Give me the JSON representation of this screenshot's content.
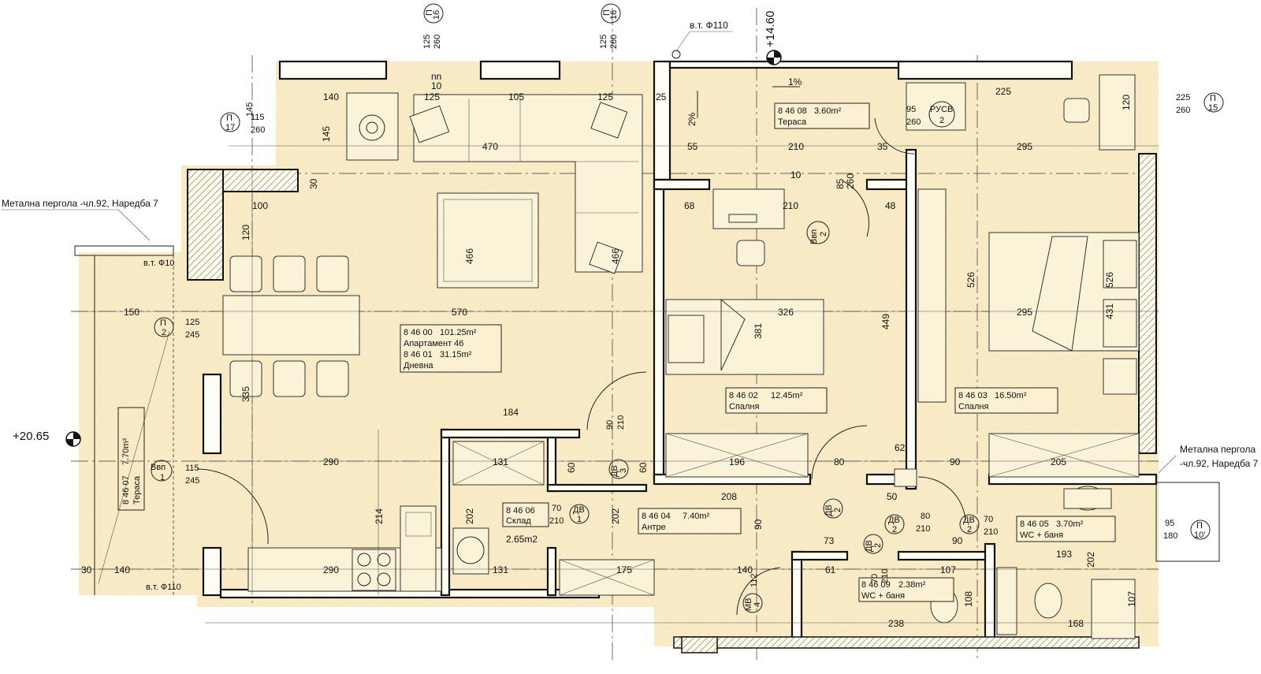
{
  "colors": {
    "floor": "#f8ebc6",
    "wall": "#111111",
    "hatch": "#b9a26c",
    "paper": "#ffffff"
  },
  "levels": {
    "top": "+14.60",
    "left": "+20.65"
  },
  "pergola": {
    "left": "Метална пергола -чл.92, Наредба 7",
    "right_1": "Метална пергола",
    "right_2": "-чл.92, Наредба 7"
  },
  "drains": {
    "top": "в.т. Ф110",
    "left": "в.т. Ф10",
    "bottom": "в.т. Ф110"
  },
  "slope": {
    "s1": "1%",
    "s2": "2%"
  },
  "rooms": {
    "terrace_top": {
      "code": "8 46 08",
      "area": "3.60m²",
      "name": "Тераса"
    },
    "apartment": {
      "code": "8 46 00",
      "area": "101.25m²",
      "name": "Апартамент 46"
    },
    "living": {
      "code": "8 46 01",
      "area": "31.15m²",
      "name": "Дневна"
    },
    "bedroom_a": {
      "code": "8 46 02",
      "area": "12.45m²",
      "name": "Спалня"
    },
    "bedroom_b": {
      "code": "8 46 03",
      "area": "16.50m²",
      "name": "Спалня"
    },
    "antre": {
      "code": "8 46 04",
      "area": "7.40m²",
      "name": "Антре"
    },
    "wc_bath": {
      "code": "8 46 05",
      "area": "3.70m²",
      "name": "WC + баня"
    },
    "storage": {
      "code": "8 46 06",
      "name": "Склад",
      "area_note": "2.65m2"
    },
    "terrace_left": {
      "code": "8 46 07",
      "area": "7.70m²",
      "name": "Тераса"
    },
    "wc_small": {
      "code": "8 46 09",
      "area": "2.38m²",
      "name": "WC + баня"
    }
  },
  "openings": {
    "p16a": {
      "id": "П",
      "num": "16",
      "w": "125",
      "h": "260"
    },
    "p16b": {
      "id": "П",
      "num": "16",
      "w": "125",
      "h": "260"
    },
    "p17": {
      "id": "П",
      "num": "17",
      "w": "115",
      "h": "260",
      "extra": "145"
    },
    "p2": {
      "id": "П",
      "num": "2",
      "w": "125",
      "h": "245"
    },
    "p15": {
      "id": "П",
      "num": "15",
      "w": "225",
      "h": "260"
    },
    "p10": {
      "id": "П",
      "num": "10'",
      "w": "95",
      "h": "180"
    },
    "bvn1": {
      "id": "Bвп",
      "num": "1",
      "w": "115",
      "h": "245"
    },
    "bvn2": {
      "id": "Bвп",
      "num": "2"
    },
    "rusv": {
      "id": "РУСВ",
      "num": "2",
      "w": "95",
      "h": "260"
    },
    "dv1": {
      "id": "ДВ",
      "num": "1",
      "w": "70",
      "h": "210"
    },
    "dv2": {
      "id": "ДВ",
      "num": "2",
      "w": "80",
      "h": "210"
    },
    "dv2b": {
      "id": "ДВ",
      "num": "2"
    },
    "dv2c": {
      "id": "ДВ",
      "num": "2",
      "w": "70",
      "h": "210"
    },
    "dv2d": {
      "id": "ДВ",
      "num": "2",
      "w": "70",
      "h": "210"
    },
    "dv3": {
      "id": "ДВ",
      "num": "3",
      "w": "90",
      "h": "210"
    },
    "mv4": {
      "id": "МВ",
      "num": "4",
      "w": "112"
    }
  },
  "dims": {
    "d140a": "140",
    "d125a": "125",
    "d105": "105",
    "d125b": "125",
    "d25a": "25",
    "d470": "470",
    "d466a": "466",
    "d466b": "466",
    "d100": "100",
    "d120": "120",
    "d145": "145",
    "d30a": "30",
    "d150": "150",
    "d570": "570",
    "d335": "335",
    "d290a": "290",
    "d184": "184",
    "d214": "214",
    "d202a": "202",
    "d202b": "202",
    "d131a": "131",
    "d131b": "131",
    "d60a": "60",
    "d60b": "60",
    "d175": "175",
    "d140b": "140",
    "d140c": "140",
    "d290b": "290",
    "d30b": "30",
    "d55": "55",
    "d210a": "210",
    "d210b": "210",
    "d68": "68",
    "d48": "48",
    "d326": "326",
    "d381": "381",
    "d449": "449",
    "d196": "196",
    "d80a": "80",
    "d208": "208",
    "d50": "50",
    "d62": "62",
    "d90a": "90",
    "d90b": "90",
    "d73": "73",
    "d61": "61",
    "d107a": "107",
    "d107b": "107",
    "d108": "108",
    "d238": "238",
    "d193": "193",
    "d168": "168",
    "d225": "225",
    "d295a": "295",
    "d295b": "295",
    "d526a": "526",
    "d526b": "526",
    "d431": "431",
    "d205": "205",
    "d90c": "90",
    "d35": "35",
    "d85": "85",
    "d260": "260",
    "d10": "10",
    "d120b": "120",
    "d202c": "202",
    "nn": "nn",
    "n10": "10"
  }
}
